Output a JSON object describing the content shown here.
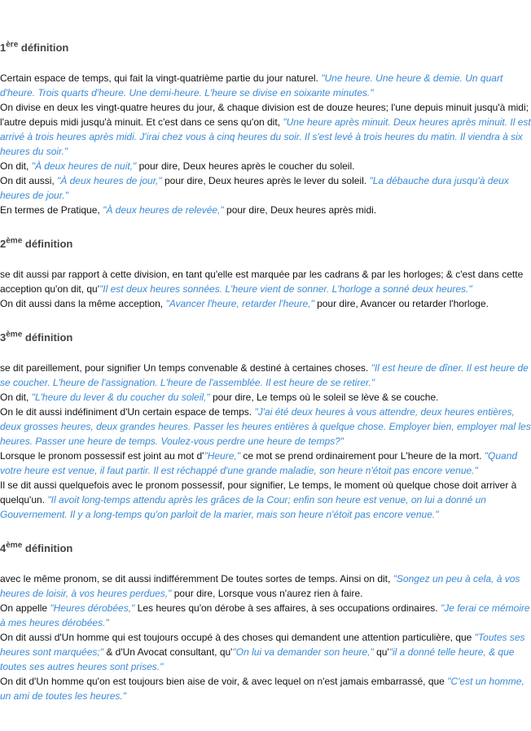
{
  "definitions": [
    {
      "num": "1",
      "sup": "ère",
      "label": "définition",
      "paras": [
        [
          {
            "t": "Certain espace de temps, qui fait la vingt-quatrième partie du jour naturel. "
          },
          {
            "q": "\"Une heure. Une heure & demie. Un quart d'heure. Trois quarts d'heure. Une demi-heure. L'heure se divise en soixante minutes.\""
          }
        ],
        [
          {
            "t": "On divise en deux les vingt-quatre heures du jour, & chaque division est de douze heures; l'une depuis minuit jusqu'à midi; l'autre depuis midi jusqu'à minuit. Et c'est dans ce sens qu'on dit, "
          },
          {
            "q": "\"Une heure après minuit. Deux heures après minuit. Il est arrivé à trois heures après midi. J'irai chez vous à cinq heures du soir. Il s'est levé à trois heures du matin. Il viendra à six heures du soir.\""
          }
        ],
        [
          {
            "t": "On dit, "
          },
          {
            "q": "\"À deux heures de nuit,\""
          },
          {
            "t": " pour dire, Deux heures après le coucher du soleil."
          }
        ],
        [
          {
            "t": "On dit aussi, "
          },
          {
            "q": "\"À deux heures de jour,\""
          },
          {
            "t": " pour dire, Deux heures après le lever du soleil. "
          },
          {
            "q": "\"La débauche dura jusqu'à deux heures de jour.\""
          }
        ],
        [
          {
            "t": "En termes de Pratique, "
          },
          {
            "q": "\"À deux heures de relevée,\""
          },
          {
            "t": " pour dire, Deux heures après midi."
          }
        ]
      ]
    },
    {
      "num": "2",
      "sup": "ème",
      "label": "définition",
      "paras": [
        [
          {
            "t": "se dit aussi par rapport à cette division, en tant qu'elle est marquée par les cadrans & par les horloges; & c'est dans cette acception qu'on dit, qu'"
          },
          {
            "q": "\"Il est deux heures sonnées. L'heure vient de sonner. L'horloge a sonné deux heures.\""
          }
        ],
        [
          {
            "t": "On dit aussi dans la même acception, "
          },
          {
            "q": "\"Avancer l'heure, retarder l'heure,\""
          },
          {
            "t": " pour dire, Avancer ou retarder l'horloge."
          }
        ]
      ]
    },
    {
      "num": "3",
      "sup": "ème",
      "label": "définition",
      "paras": [
        [
          {
            "t": "se dit pareillement, pour signifier Un temps convenable & destiné à certaines choses. "
          },
          {
            "q": "\"Il est heure de dîner. Il est heure de se coucher. L'heure de l'assignation. L'heure de l'assemblée. Il est heure de se retirer.\""
          }
        ],
        [
          {
            "t": "On dit, "
          },
          {
            "q": "\"L'heure du lever & du coucher du soleil,\""
          },
          {
            "t": " pour dire, Le temps où le soleil se lève & se couche."
          }
        ],
        [
          {
            "t": "On le dit aussi indéfiniment d'Un certain espace de temps. "
          },
          {
            "q": "\"J'ai été deux heures à vous attendre, deux heures entières, deux grosses heures, deux grandes heures. Passer les heures entières à quelque chose. Employer bien, employer mal les heures. Passer une heure de temps. Voulez-vous perdre une heure de temps?\""
          }
        ],
        [
          {
            "t": "Lorsque le pronom possessif est joint au mot d'"
          },
          {
            "q": "\"Heure,\""
          },
          {
            "t": " ce mot se prend ordinairement pour L'heure de la mort. "
          },
          {
            "q": "\"Quand votre heure est venue, il faut partir. Il est réchappé d'une grande maladie, son heure n'étoit pas encore venue.\""
          }
        ],
        [
          {
            "t": "Il se dit aussi quelquefois avec le pronom possessif, pour signifier, Le temps, le moment où quelque chose doit arriver à quelqu'un. "
          },
          {
            "q": "\"Il avoit long-temps attendu après les grâces de la Cour; enfin son heure est venue, on lui a donné un Gouvernement. Il y a long-temps qu'on parloit de la marier, mais son heure n'étoit pas encore venue.\""
          }
        ]
      ]
    },
    {
      "num": "4",
      "sup": "ème",
      "label": "définition",
      "paras": [
        [
          {
            "t": "avec le même pronom, se dit aussi indifféremment De toutes sortes de temps. Ainsi on dit, "
          },
          {
            "q": "\"Songez un peu à cela, à vos heures de loisir, à vos heures perdues,\""
          },
          {
            "t": " pour dire, Lorsque vous n'aurez rien à faire."
          }
        ],
        [
          {
            "t": "On appelle "
          },
          {
            "q": "\"Heures dérobées,\""
          },
          {
            "t": " Les heures qu'on dérobe à ses affaires, à ses occupations ordinaires. "
          },
          {
            "q": "\"Je ferai ce mémoire à mes heures dérobées.\""
          }
        ],
        [
          {
            "t": "On dit aussi d'Un homme qui est toujours occupé à des choses qui demandent une attention particulière, que "
          },
          {
            "q": "\"Toutes ses heures sont marquées;\""
          },
          {
            "t": " & d'Un Avocat consultant, qu'"
          },
          {
            "q": "\"On lui va demander son heure,\""
          },
          {
            "t": " qu'"
          },
          {
            "q": "\"il a donné telle heure, & que toutes ses autres heures sont prises.\""
          }
        ],
        [
          {
            "t": "On dit d'Un homme qu'on est toujours bien aise de voir, & avec lequel on n'est jamais embarrassé, que "
          },
          {
            "q": "\"C'est un homme, un ami de toutes les heures.\""
          }
        ]
      ]
    }
  ]
}
